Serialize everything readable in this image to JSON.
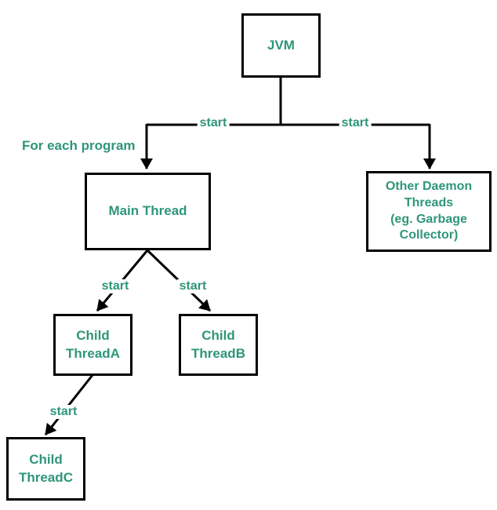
{
  "diagram": {
    "nodes": {
      "jvm": {
        "label": "JVM"
      },
      "main_thread": {
        "label": "Main Thread"
      },
      "other_daemon_threads": {
        "label": [
          "Other Daemon",
          "Threads",
          "(eg. Garbage",
          "Collector)"
        ]
      },
      "child_thread_a": {
        "label": [
          "Child",
          "ThreadA"
        ]
      },
      "child_thread_b": {
        "label": [
          "Child",
          "ThreadB"
        ]
      },
      "child_thread_c": {
        "label": [
          "Child",
          "ThreadC"
        ]
      }
    },
    "edge_labels": {
      "jvm_to_main_thread": "start",
      "jvm_to_daemon_threads": "start",
      "main_to_child_a": "start",
      "main_to_child_b": "start",
      "child_a_to_child_c": "start"
    },
    "annotations": {
      "for_each_program": "For each program"
    },
    "colors": {
      "text_accent": "#2e9678",
      "line": "#000000",
      "background": "#ffffff"
    }
  }
}
